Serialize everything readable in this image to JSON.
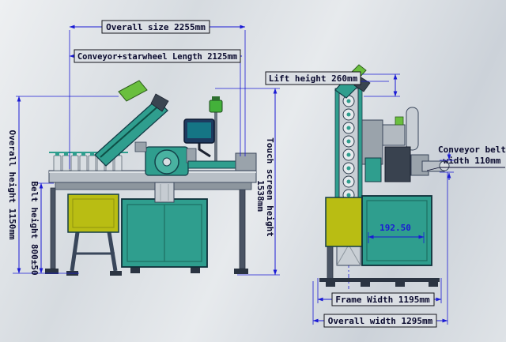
{
  "drawing": {
    "dim_overall_size": "Overall size 2255mm",
    "dim_conveyor_starwheel_length": "Conveyor+starwheel Length 2125mm",
    "dim_lift_height": "Lift height 260mm",
    "dim_conveyor_belt_width_line1": "Conveyor belt",
    "dim_conveyor_belt_width_line2": "width 110mm",
    "dim_touch_screen_height_label": "Touch screen height",
    "dim_touch_screen_height_value": "1538mm",
    "dim_overall_height": "Overall height 1150mm",
    "dim_belt_height": "Belt height 800±50",
    "dim_inner_measure": "192.50",
    "dim_frame_width": "Frame Width 1195mm",
    "dim_overall_width": "Overall width 1295mm"
  },
  "colors": {
    "dimension_blue": "#1b1bd4",
    "machine_teal": "#2f9e8e",
    "machine_yellow": "#b9bd13",
    "accent_green": "#6abf3e",
    "metal_gray": "#b8bfc6",
    "outline_navy": "#16213e",
    "label_text": "#0a0a2e",
    "background_gray": "#d9dde2"
  }
}
